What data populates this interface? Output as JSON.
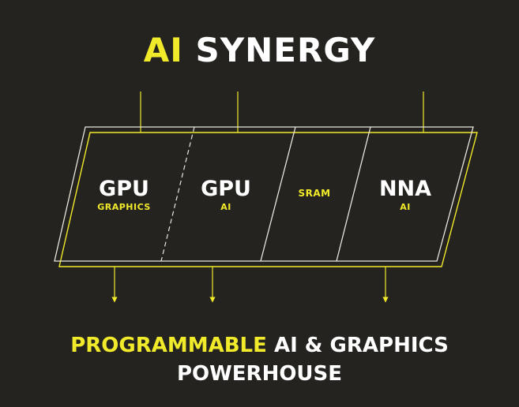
{
  "title": {
    "accent": "AI",
    "main": "SYNERGY"
  },
  "blocks": [
    {
      "name": "GPU",
      "sub": "GRAPHICS"
    },
    {
      "name": "GPU",
      "sub": "AI"
    },
    {
      "name": "",
      "sub": "SRAM"
    },
    {
      "name": "NNA",
      "sub": "AI"
    }
  ],
  "tagline": {
    "accent": "PROGRAMMABLE",
    "main_line1": "AI & GRAPHICS",
    "main_line2": "POWERHOUSE"
  },
  "colors": {
    "background": "#252320",
    "accent": "#f0ea2a",
    "text": "#ffffff",
    "outline": "#e8e6dc"
  }
}
